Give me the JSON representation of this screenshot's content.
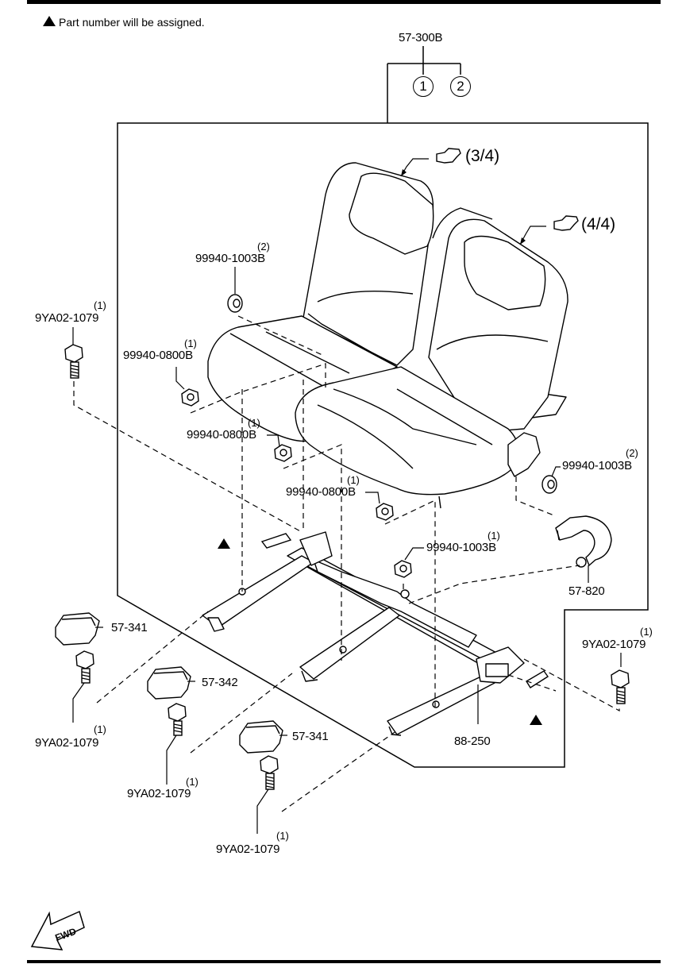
{
  "note": {
    "symbol": "▲",
    "text": "Part number will be assigned."
  },
  "assembly": {
    "part_no": "57-300B",
    "variants": [
      "1",
      "2"
    ]
  },
  "refs": {
    "ref_3_4": "(3/4)",
    "ref_4_4": "(4/4)"
  },
  "callouts": [
    {
      "part_no": "99940-1003B",
      "qty": "(2)"
    },
    {
      "part_no": "9YA02-1079",
      "qty": "(1)"
    },
    {
      "part_no": "99940-0800B",
      "qty": "(1)"
    },
    {
      "part_no": "99940-0800B",
      "qty": "(1)"
    },
    {
      "part_no": "99940-0800B",
      "qty": "(1)"
    },
    {
      "part_no": "99940-1003B",
      "qty": "(2)"
    },
    {
      "part_no": "99940-1003B",
      "qty": "(1)"
    },
    {
      "part_no": "57-820",
      "qty": ""
    },
    {
      "part_no": "57-341",
      "qty": ""
    },
    {
      "part_no": "9YA02-1079",
      "qty": "(1)"
    },
    {
      "part_no": "57-342",
      "qty": ""
    },
    {
      "part_no": "9YA02-1079",
      "qty": "(1)"
    },
    {
      "part_no": "57-341",
      "qty": ""
    },
    {
      "part_no": "9YA02-1079",
      "qty": "(1)"
    },
    {
      "part_no": "9YA02-1079",
      "qty": "(1)"
    },
    {
      "part_no": "88-250",
      "qty": ""
    }
  ],
  "fwd": {
    "text": "FWD"
  }
}
